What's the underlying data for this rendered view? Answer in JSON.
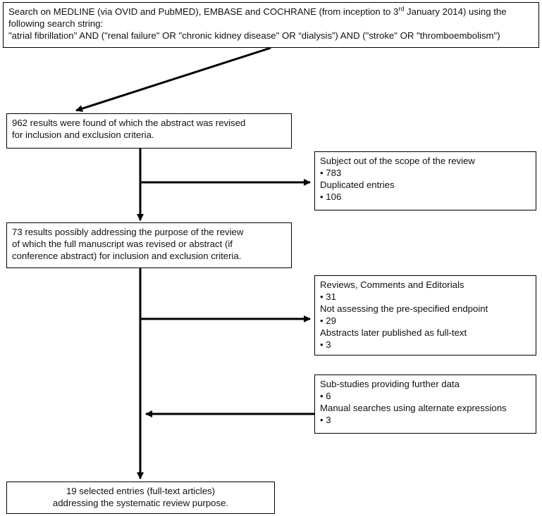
{
  "search": {
    "line1_pre": "Search on MEDLINE (via OVID and PubMED), EMBASE and COCHRANE (from inception to 3",
    "line1_sup": "rd",
    "line1_post": " January 2014) using the",
    "line2": "following search string:",
    "line3": "\"atrial fibrillation\" AND (\"renal failure\" OR \"chronic kidney disease\" OR “dialysis”) AND (\"stroke\" OR \"thromboembolism\")"
  },
  "results": {
    "line1": "962 results were found of which the abstract was revised",
    "line2": "for inclusion and exclusion criteria."
  },
  "exclusion1": {
    "items": [
      {
        "label": "Subject out of the scope of the review",
        "value": "783"
      },
      {
        "label": "Duplicated entries",
        "value": "106"
      }
    ]
  },
  "fulltext": {
    "line1": "73 results possibly addressing the purpose of the review",
    "line2": "of which the full manuscript was revised or abstract (if",
    "line3": "conference abstract) for inclusion and exclusion criteria."
  },
  "exclusion2": {
    "items": [
      {
        "label": "Reviews, Comments and Editorials",
        "value": "31"
      },
      {
        "label": "Not assessing the pre-specified endpoint",
        "value": "29"
      },
      {
        "label": "Abstracts later published as full-text",
        "value": "3"
      }
    ]
  },
  "additions": {
    "items": [
      {
        "label": "Sub-studies providing further data",
        "value": "6"
      },
      {
        "label": "Manual searches using alternate expressions",
        "value": "3"
      }
    ]
  },
  "final": {
    "line1": "19 selected entries (full-text articles)",
    "line2": "addressing the systematic review purpose."
  }
}
